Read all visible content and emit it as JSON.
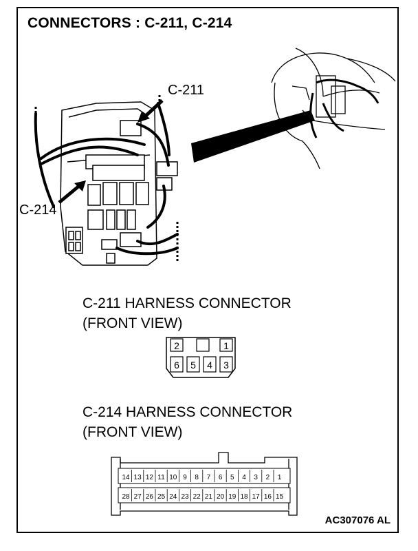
{
  "title": "CONNECTORS : C-211, C-214",
  "callouts": {
    "c211": "C-211",
    "c214": "C-214"
  },
  "c211": {
    "heading_line1": "C-211 HARNESS CONNECTOR",
    "heading_line2": "(FRONT VIEW)",
    "top_pins": [
      "2",
      "",
      "1"
    ],
    "bottom_pins": [
      "6",
      "5",
      "4",
      "3"
    ]
  },
  "c214": {
    "heading_line1": "C-214 HARNESS CONNECTOR",
    "heading_line2": "(FRONT VIEW)",
    "top_pins": [
      "14",
      "13",
      "12",
      "11",
      "10",
      "9",
      "8",
      "7",
      "6",
      "5",
      "4",
      "3",
      "2",
      "1"
    ],
    "bottom_pins": [
      "28",
      "27",
      "26",
      "25",
      "24",
      "23",
      "22",
      "21",
      "20",
      "19",
      "18",
      "17",
      "16",
      "15"
    ]
  },
  "figure_id": "AC307076 AL"
}
